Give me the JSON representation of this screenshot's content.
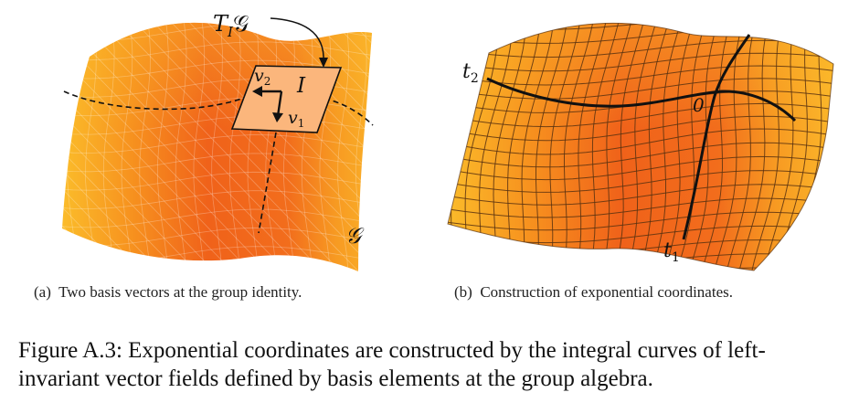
{
  "subfigure_a": {
    "label": "(a)",
    "caption": "Two basis vectors at the group identity.",
    "tangent_space_label": "T",
    "tangent_space_sub": "I",
    "tangent_space_group": "𝒢",
    "identity_label": "I",
    "v1_label": "v",
    "v1_sub": "1",
    "v2_label": "v",
    "v2_sub": "2",
    "group_label": "𝒢"
  },
  "subfigure_b": {
    "label": "(b)",
    "caption": "Construction of exponential coordinates.",
    "t1_label": "t",
    "t1_sub": "1",
    "t2_label": "t",
    "t2_sub": "2",
    "origin_label": "0"
  },
  "figure_caption": "Figure A.3: Exponential coordinates are constructed by the integral curves of left-invariant vector fields defined by basis elements at the group algebra.",
  "colors": {
    "surface_center": "#f0621a",
    "surface_mid": "#f7901f",
    "surface_edge": "#fbbb2a",
    "tangent_plane": "#fbb67c",
    "lines": "#111111"
  }
}
